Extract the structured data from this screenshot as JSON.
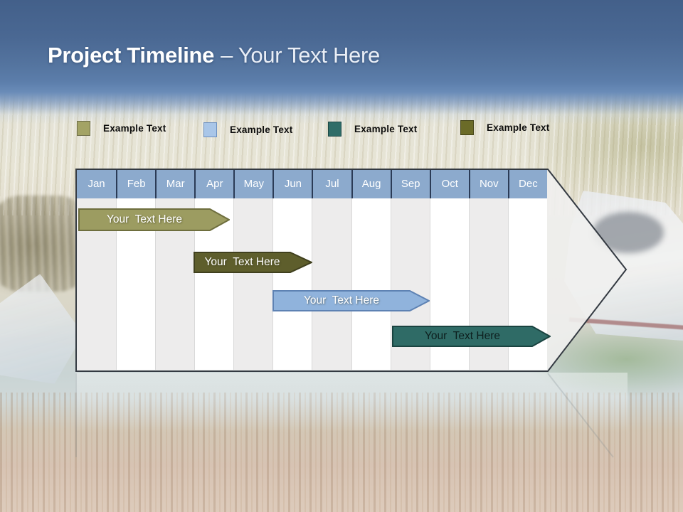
{
  "slide": {
    "title": {
      "bold": "Project Timeline",
      "rest": "– Your Text Here"
    }
  },
  "legend": {
    "items": [
      {
        "label": "Example Text",
        "color": "#a3a365",
        "border": "#70704a"
      },
      {
        "label": "Example Text",
        "color": "#a9c6e8",
        "border": "#6b8fc0"
      },
      {
        "label": "Example Text",
        "color": "#2f6d68",
        "border": "#1d4744"
      },
      {
        "label": "Example Text",
        "color": "#6b6b28",
        "border": "#46461a"
      }
    ]
  },
  "timeline": {
    "months": [
      "Jan",
      "Feb",
      "Mar",
      "Apr",
      "May",
      "Jun",
      "Jul",
      "Aug",
      "Sep",
      "Oct",
      "Nov",
      "Dec"
    ],
    "header_color": "#8caacd",
    "header_text_color": "#ffffff",
    "stripe_colors": [
      "#edecec",
      "#ffffff"
    ],
    "arrow_fill": "#f0f0ee",
    "bars": [
      {
        "label": "Your  Text Here",
        "color": "#9c9c61",
        "border": "#6e6e3e",
        "text_color": "#ffffff",
        "start": "Jan",
        "end": "Apr"
      },
      {
        "label": "Your  Text Here",
        "color": "#5e5e2c",
        "border": "#40401e",
        "text_color": "#ffffff",
        "start": "Apr",
        "end": "Jun"
      },
      {
        "label": "Your  Text Here",
        "color": "#90b3dc",
        "border": "#5e82b3",
        "text_color": "#ffffff",
        "start": "Jun",
        "end": "Sep"
      },
      {
        "label": "Your  Text Here",
        "color": "#2f6b66",
        "border": "#1a4340",
        "text_color": "#0d1f1e",
        "start": "Sep",
        "end": "Dec"
      }
    ]
  }
}
